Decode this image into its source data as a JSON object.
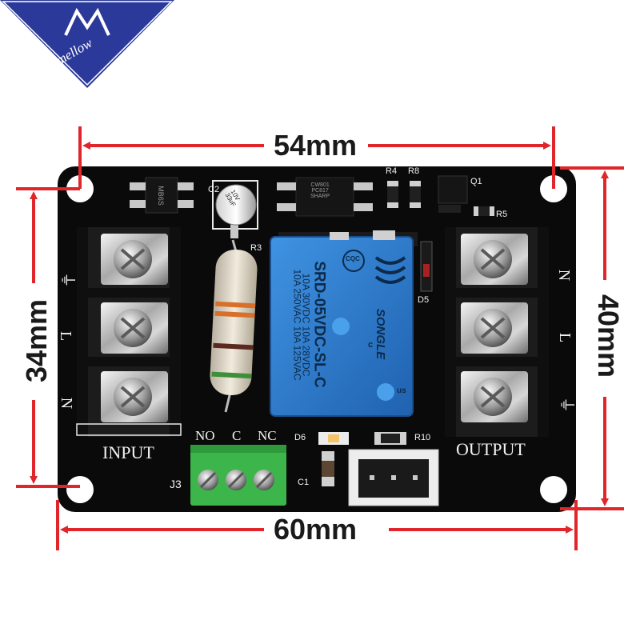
{
  "brand": {
    "logo_text": "mellow",
    "logo_color": "#2b3a9a"
  },
  "dimensions": {
    "top_width": "54mm",
    "bottom_width": "60mm",
    "left_height": "34mm",
    "right_height": "40mm",
    "arrow_color": "#e0262b"
  },
  "board": {
    "pcb_color": "#0a0a0a",
    "input_terminal": {
      "label": "INPUT",
      "pins": [
        "⏚",
        "L",
        "N"
      ]
    },
    "output_terminal": {
      "label": "OUTPUT",
      "pins": [
        "N",
        "L",
        "⏚"
      ]
    },
    "relay_port": {
      "labels": [
        "NO",
        "C",
        "NC"
      ],
      "ref": "J3",
      "color": "#3cb54a"
    },
    "component_refs": {
      "c2": "C2",
      "r3": "R3",
      "r4": "R4",
      "r8": "R8",
      "q1": "Q1",
      "r5": "R5",
      "d5": "D5",
      "d6": "D6",
      "r10": "R10",
      "c1": "C1"
    },
    "chips": {
      "bridge": "MB6S",
      "optocoupler": "CW801\nPC817\nSHARP",
      "capacitor": "10V\n33uF"
    }
  },
  "relay": {
    "color": "#2f7fd0",
    "spec_lines": [
      "10A 250VAC  10A 125VAC",
      "10A  30VDC  10A  28VDC",
      "SRD-05VDC-SL-C"
    ],
    "brand": "SONGLE",
    "marks": [
      "CQC",
      "c",
      "us"
    ]
  }
}
